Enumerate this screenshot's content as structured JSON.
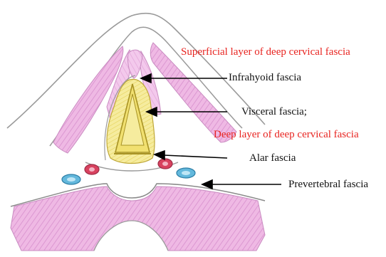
{
  "labels": {
    "superficial_layer": "Superficial layer of deep cervical fascia",
    "infrahyoid": "Infrahyoid fascia",
    "visceral": "Visceral fascia;",
    "deep_layer": "Deep layer of deep cervical fascia",
    "alar": "Alar fascia",
    "prevertebral": "Prevertebral fascia"
  },
  "colors": {
    "heading_red": "#e8231f",
    "label_black": "#111111",
    "muscle_pink": "#e9a6dc",
    "visceral_yellow": "#f3e78a",
    "vessel_red": "#d8425f",
    "vessel_blue": "#63b8dc",
    "pencil_outline": "#9a9a9a"
  }
}
